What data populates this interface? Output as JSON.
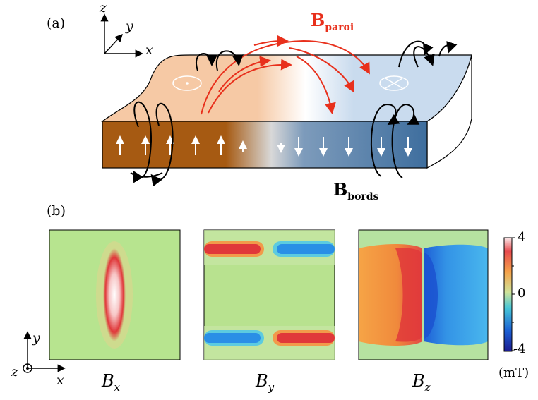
{
  "panel_a": {
    "label": "(a)",
    "axes": {
      "z": "z",
      "y": "y",
      "x": "x"
    },
    "b_wall": {
      "main": "B",
      "sub": "paroi",
      "color": "#e8301c"
    },
    "b_edges": {
      "main": "B",
      "sub": "bords"
    },
    "domain_colors": {
      "left": "#a65a12",
      "right": "#3e6e9e",
      "top_left": "#f6c9a5",
      "top_right": "#c9dbee"
    }
  },
  "panel_b": {
    "label": "(b)",
    "axes": {
      "y": "y",
      "z": "z",
      "x": "x"
    },
    "maps": [
      {
        "name": "B",
        "sub": "x"
      },
      {
        "name": "B",
        "sub": "y"
      },
      {
        "name": "B",
        "sub": "z"
      }
    ],
    "colorbar": {
      "ticks": [
        "4",
        "0",
        "-4"
      ],
      "unit": "(mT)",
      "range": [
        -4,
        4
      ]
    }
  }
}
